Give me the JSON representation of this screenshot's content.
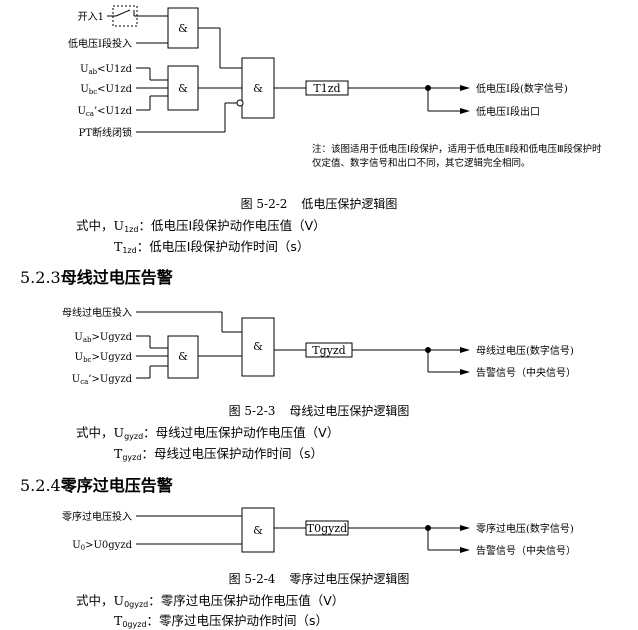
{
  "diagram1": {
    "inputs": [
      "开入1",
      "低电压Ⅰ段投入",
      "U<sub>ab</sub><U1zd",
      "U<sub>bc</sub><U1zd",
      "U<sub>ca</sub>’<U1zd",
      "PT断线闭锁"
    ],
    "gates": [
      "&",
      "&",
      "&"
    ],
    "timer": "T1zd",
    "outputs": [
      "低电压Ⅰ段(数字信号)",
      "低电压Ⅰ段出口"
    ],
    "note": "注：该图适用于低电压Ⅰ段保护，适用于低电压Ⅱ段和低电压Ⅲ段保护时仅定值、数字信号和出口不同，其它逻辑完全相同。"
  },
  "caption1": {
    "num": "图 5-2-2",
    "text": "低电压保护逻辑图"
  },
  "defs1": {
    "prefix": "式中，",
    "items": [
      {
        "sym": "U",
        "sub": "1zd",
        "text": "：低电压Ⅰ段保护动作电压值（V）"
      },
      {
        "sym": "T",
        "sub": "1zd",
        "text": "：低电压Ⅰ段保护动作时间（s）"
      }
    ]
  },
  "section2": {
    "num": "5.2.3",
    "title": "母线过电压告警"
  },
  "diagram2": {
    "inputs": [
      "母线过电压投入",
      "U<sub>ab</sub>>Ugyzd",
      "U<sub>bc</sub>>Ugyzd",
      "U<sub>ca</sub>’>Ugyzd"
    ],
    "gates": [
      "&",
      "&"
    ],
    "timer": "Tgyzd",
    "outputs": [
      "母线过电压(数字信号)",
      "告警信号（中央信号）"
    ]
  },
  "caption2": {
    "num": "图 5-2-3",
    "text": "母线过电压保护逻辑图"
  },
  "defs2": {
    "prefix": "式中，",
    "items": [
      {
        "sym": "U",
        "sub": "gyzd",
        "text": "：母线过电压保护动作电压值（V）"
      },
      {
        "sym": "T",
        "sub": "gyzd",
        "text": "：母线过电压保护动作时间（s）"
      }
    ]
  },
  "section3": {
    "num": "5.2.4",
    "title": "零序过电压告警"
  },
  "diagram3": {
    "inputs": [
      "零序过电压投入",
      "U<sub>0</sub>>U0gyzd"
    ],
    "gates": [
      "&"
    ],
    "timer": "T0gyzd",
    "outputs": [
      "零序过电压(数字信号)",
      "告警信号（中央信号）"
    ]
  },
  "caption3": {
    "num": "图 5-2-4",
    "text": "零序过电压保护逻辑图"
  },
  "defs3": {
    "prefix": "式中，",
    "items": [
      {
        "sym": "U",
        "sub": "0gyzd",
        "text": "：零序过电压保护动作电压值（V）"
      },
      {
        "sym": "T",
        "sub": "0gyzd",
        "text": "：零序过电压保护动作时间（s）"
      }
    ]
  }
}
